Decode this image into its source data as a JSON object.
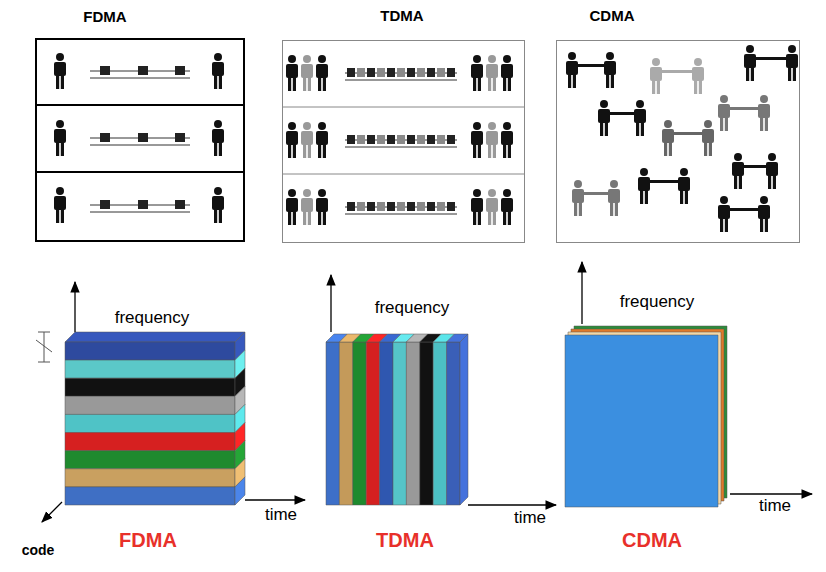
{
  "diagram": {
    "nodes": [
      {
        "text": [
          "FDMA"
        ]
      },
      {
        "text": [
          "TDMA"
        ]
      },
      {
        "text": [
          "CDMA"
        ]
      }
    ],
    "labels": [
      "frequency",
      "time",
      "frequency",
      "time",
      "frequency",
      "time",
      "code",
      "FDMA",
      "TDMA",
      "CDMA"
    ]
  }
}
